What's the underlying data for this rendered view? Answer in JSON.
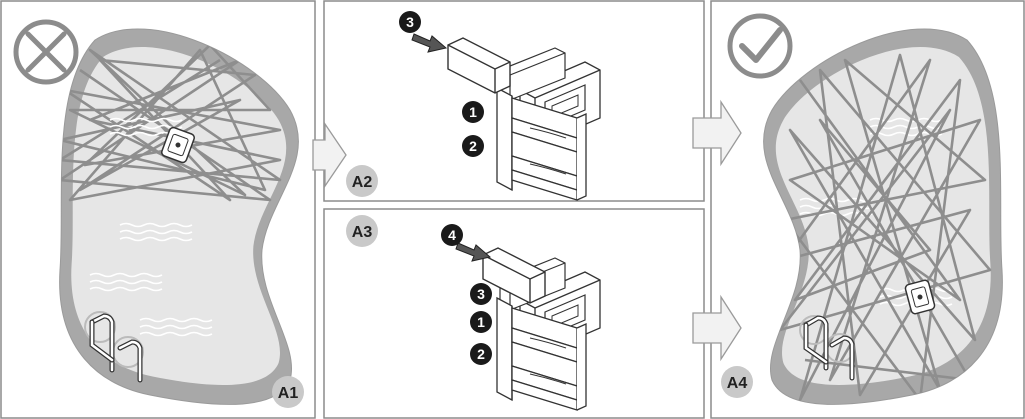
{
  "panels": {
    "a1": {
      "label": "A1",
      "status": "incorrect"
    },
    "a2": {
      "label": "A2"
    },
    "a3": {
      "label": "A3"
    },
    "a4": {
      "label": "A4",
      "status": "correct"
    }
  },
  "steps": {
    "s1": "1",
    "s2": "2",
    "s3": "3",
    "s4": "4"
  },
  "icons": {
    "incorrect": "cross-mark-icon",
    "correct": "check-mark-icon"
  },
  "colors": {
    "frame": "#8c8c8c",
    "pool_rim": "#a8a8a8",
    "pool_water": "#e6e6e6",
    "path_line": "#8e8e8e",
    "marker_fill": "#1a1a1a",
    "arrow_fill": "#f2f2f2",
    "label_fill": "#c9c9c9"
  }
}
